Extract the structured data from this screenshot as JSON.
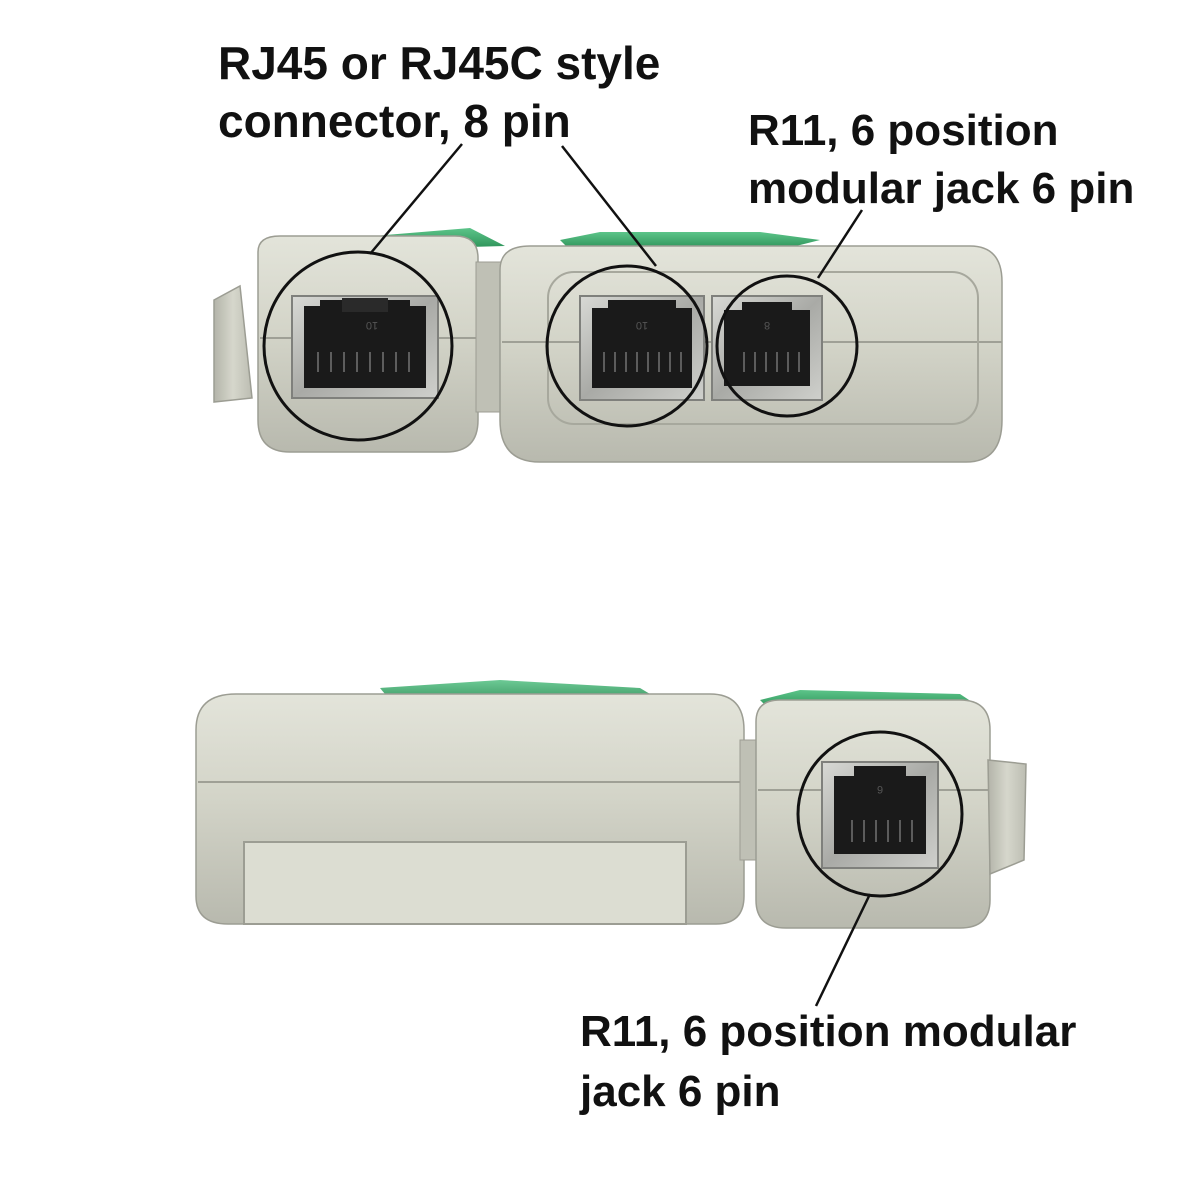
{
  "labels": {
    "rj45": {
      "line1": "RJ45 or RJ45C style",
      "line2": "connector, 8 pin"
    },
    "r11_top": {
      "line1": "R11, 6 position",
      "line2": "modular jack 6 pin"
    },
    "r11_bottom": {
      "line1": "R11, 6 position modular",
      "line2": "jack 6 pin"
    }
  },
  "jack_markings": {
    "rj45_left": "10",
    "rj45_middle": "10",
    "rj11_top": "8",
    "rj11_bottom": "6"
  },
  "colors": {
    "housing": "#cfd0c4",
    "housing_shadow": "#a9aaa0",
    "housing_highlight": "#e2e3d8",
    "accent_green": "#2f9a5c",
    "metal": "#b9bab6",
    "metal_dark": "#8d8e8a",
    "port_black": "#141414",
    "callout": "#111111"
  }
}
